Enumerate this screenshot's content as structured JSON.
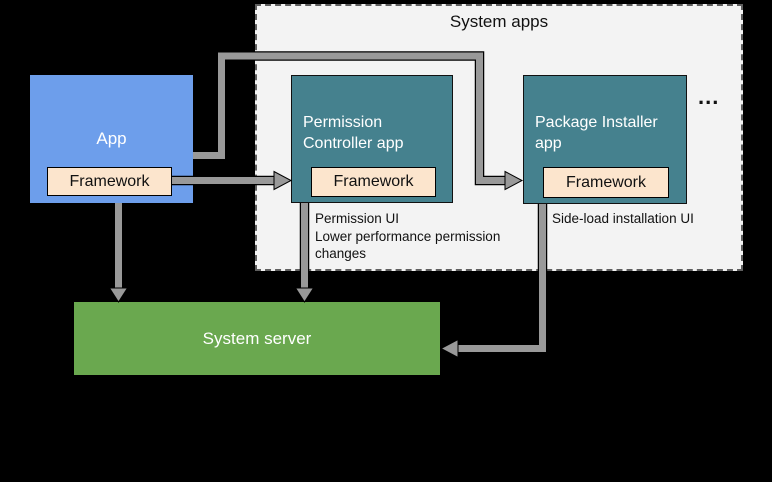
{
  "colors": {
    "background": "#000000",
    "container_fill": "#f3f3f3",
    "container_border": "#5f5f5f",
    "app_blue": "#6d9eeb",
    "teal": "#45818e",
    "green": "#6aa84f",
    "framework_fill": "#fce5cd",
    "framework_border": "#000000",
    "arrow_fill": "#999999",
    "arrow_outline": "#000000",
    "text_dark": "#111111",
    "text_light": "#ffffff"
  },
  "container": {
    "title": "System apps",
    "ellipsis": "..."
  },
  "boxes": {
    "app": {
      "label": "App",
      "framework_label": "Framework"
    },
    "permission_controller": {
      "label": "Permission Controller app",
      "framework_label": "Framework",
      "annotation_lines": [
        "Permission UI",
        "Lower performance permission changes"
      ]
    },
    "package_installer": {
      "label": "Package Installer app",
      "framework_label": "Framework",
      "annotation_lines": [
        "Side-load installation UI"
      ]
    },
    "system_server": {
      "label": "System server"
    }
  }
}
